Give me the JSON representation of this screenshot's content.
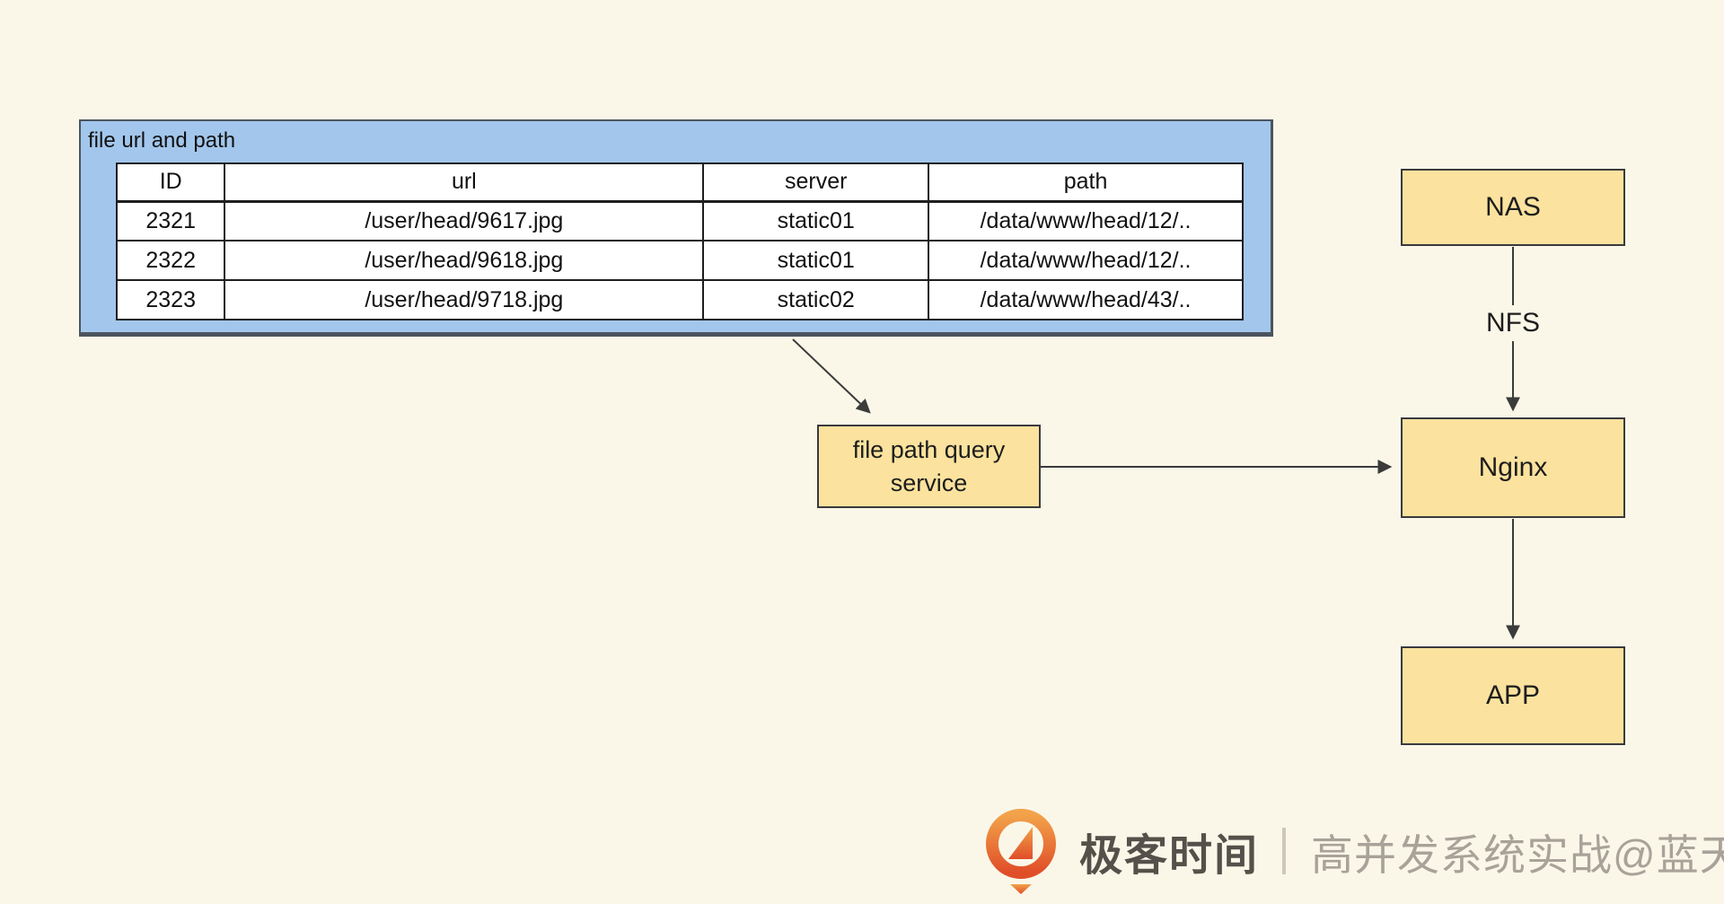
{
  "panel": {
    "title": "file url and path"
  },
  "table": {
    "headers": [
      "ID",
      "url",
      "server",
      "path"
    ],
    "rows": [
      [
        "2321",
        "/user/head/9617.jpg",
        "static01",
        "/data/www/head/12/.."
      ],
      [
        "2322",
        "/user/head/9618.jpg",
        "static01",
        "/data/www/head/12/.."
      ],
      [
        "2323",
        "/user/head/9718.jpg",
        "static02",
        "/data/www/head/43/.."
      ]
    ]
  },
  "nodes": {
    "service": {
      "line1": "file path query",
      "line2": "service"
    },
    "nas": {
      "label": "NAS"
    },
    "nginx": {
      "label": "Nginx"
    },
    "app": {
      "label": "APP"
    }
  },
  "edges": {
    "nas_to_nginx_label": "NFS"
  },
  "footer": {
    "brand": "极客时间",
    "divider": "|",
    "credit": "高并发系统实战@蓝天"
  },
  "colors": {
    "page_bg": "#FAF7E9",
    "panel_bg": "#A3C6EC",
    "panel_border": "#4B545E",
    "node_bg": "#FBE29E",
    "node_border": "#3A3A3C",
    "arrow": "#3B3B3B",
    "brand_text": "#55504A",
    "credit_text": "#A8A299",
    "logo_orange_top": "#F2A24A",
    "logo_orange_bottom": "#E04E28"
  }
}
